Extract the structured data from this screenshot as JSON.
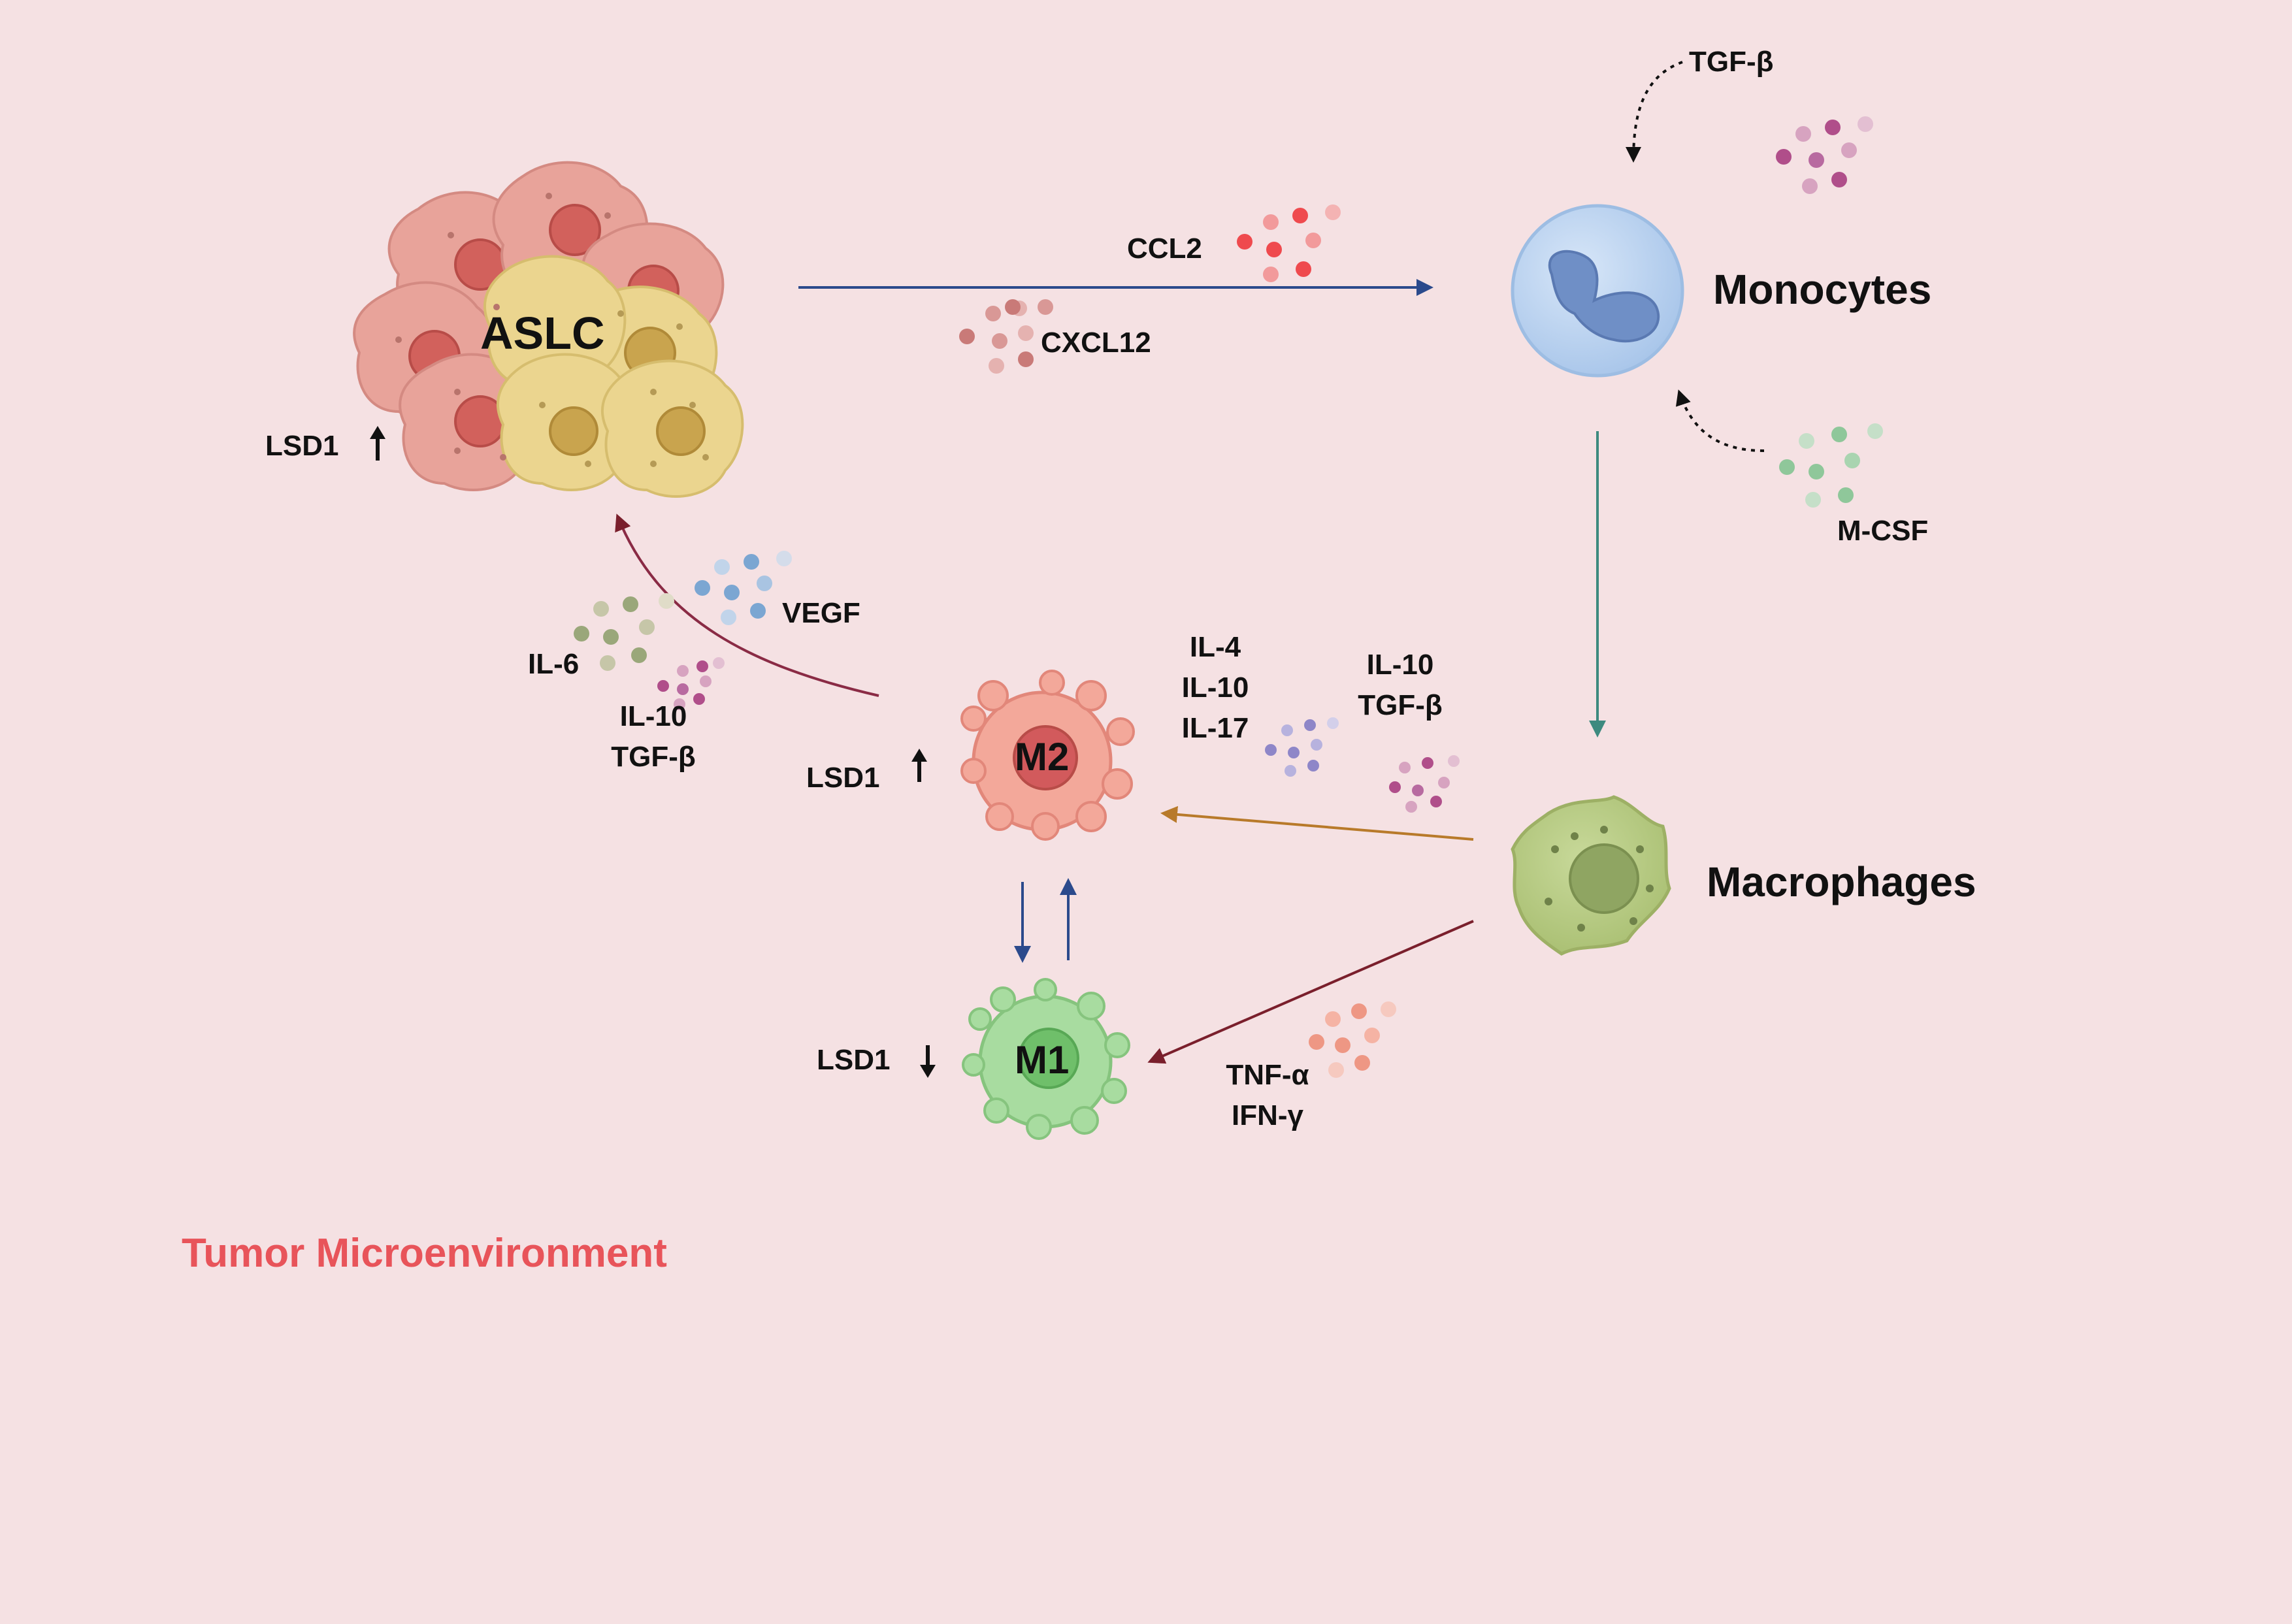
{
  "cells": {
    "aslc": "ASLC",
    "monocytes": "Monocytes",
    "macrophages": "Macrophages",
    "m2": "M2",
    "m1": "M1"
  },
  "cytokines": {
    "tgfb_top": "TGF-β",
    "ccl2": "CCL2",
    "cxcl12": "CXCL12",
    "mcsf": "M-CSF",
    "vegf": "VEGF",
    "il6": "IL-6",
    "il10_left": "IL-10",
    "tgfb_left": "TGF-β",
    "il4": "IL-4",
    "il10_mid": "IL-10",
    "il17": "IL-17",
    "il10_right": "IL-10",
    "tgfb_right": "TGF-β",
    "tnfa": "TNF-α",
    "ifng": "IFN-γ"
  },
  "lsd1": {
    "aslc": "LSD1",
    "m2": "LSD1",
    "m1": "LSD1"
  },
  "footer_title": "Tumor Microenvironment",
  "colors": {
    "background": "#f5e1e3",
    "title": "#e8545a",
    "tumor_cell_red": "#e8a39a",
    "tumor_cell_yellow": "#ebd58f",
    "monocyte": "#b8d2ef",
    "macrophage": "#b9cc85",
    "m2": "#f3a89a",
    "m1": "#a8dca0"
  }
}
